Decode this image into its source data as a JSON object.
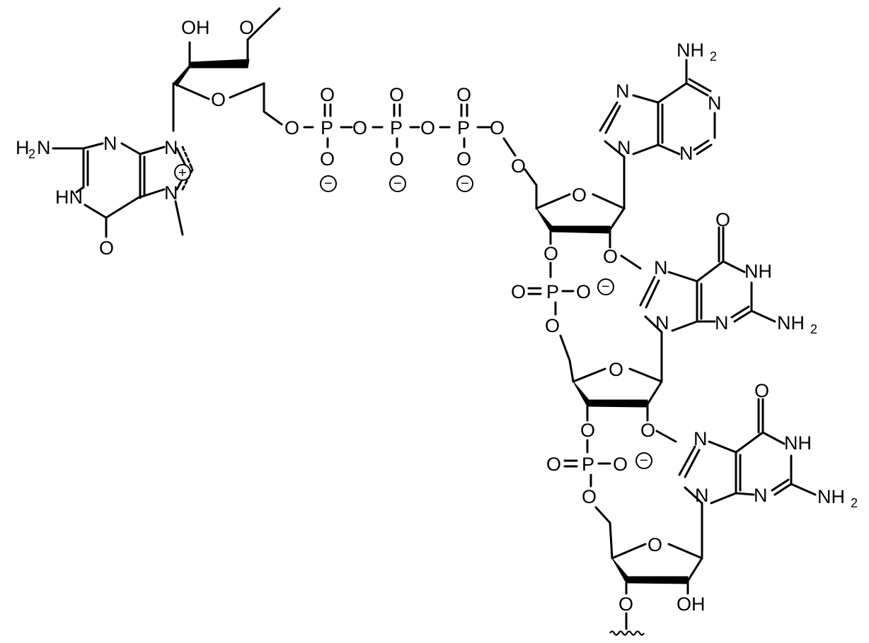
{
  "diagram": {
    "atom_labels": {
      "oh_top": "OH",
      "o_methyl_top": "O",
      "o_ring_capsugar": "O",
      "o_5prime_cap": "O",
      "p1": "P",
      "o_bridge1": "O",
      "p2": "P",
      "o_bridge2": "O",
      "p3": "P",
      "o_bridge3": "O",
      "p1_o_top": "O",
      "p1_o_bot": "O",
      "p2_o_top": "O",
      "p2_o_bot": "O",
      "p3_o_top": "O",
      "p3_o_bot": "O",
      "o_5prime_a": "O",
      "o_ring_a": "O",
      "o2_a": "O",
      "o3_a": "O",
      "p4": "P",
      "p4_o_left": "O",
      "p4_o_right": "O",
      "o5_b": "O",
      "o_ring_b": "O",
      "o2_b": "O",
      "o3_b": "O",
      "p5": "P",
      "p5_o_left": "O",
      "p5_o_right": "O",
      "o5_c": "O",
      "o_ring_c": "O",
      "o3_c": "O",
      "oh_bottom": "OH",
      "mg_h2n": "H",
      "mg_h2n_sub": "2",
      "mg_h2n_n": "N",
      "mg_n3": "N",
      "mg_n9": "N",
      "mg_n7": "N",
      "mg_hn": "HN",
      "mg_o6": "O",
      "ad_nh": "NH",
      "ad_nh_sub": "2",
      "ad_n7": "N",
      "ad_n1": "N",
      "ad_n3": "N",
      "ad_n9": "N",
      "g1_o6": "O",
      "g1_n7": "N",
      "g1_nh": "NH",
      "g1_n3": "N",
      "g1_nh2": "NH",
      "g1_nh2_sub": "2",
      "g1_n9": "N",
      "g2_o6": "O",
      "g2_n7": "N",
      "g2_nh": "NH",
      "g2_n3": "N",
      "g2_nh2": "NH",
      "g2_nh2_sub": "2",
      "g2_n9": "N"
    },
    "charges": {
      "positive": "+",
      "negative": "−"
    }
  }
}
